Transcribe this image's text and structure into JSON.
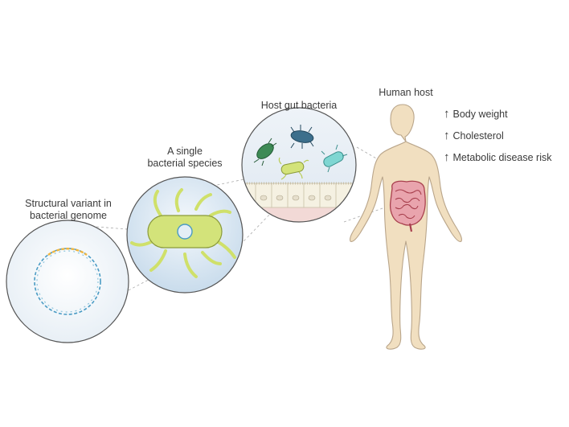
{
  "labels": {
    "genome_l1": "Structural variant in",
    "genome_l2": "bacterial genome",
    "species_l1": "A single",
    "species_l2": "bacterial species",
    "gut": "Host gut bacteria",
    "host": "Human host"
  },
  "effects": [
    {
      "arrow": "↑",
      "text": "Body weight"
    },
    {
      "arrow": "↑",
      "text": "Cholesterol"
    },
    {
      "arrow": "↑",
      "text": "Metabolic disease risk"
    }
  ],
  "colors": {
    "body_fill": "#f1dfc0",
    "body_stroke": "#b9a58a",
    "intestine": "#c8596a",
    "bacterium": "#d3e37a",
    "dna_blue": "#4a9bc4",
    "dna_variant": "#f0b640",
    "circle_bg": "#f2f6fa"
  }
}
